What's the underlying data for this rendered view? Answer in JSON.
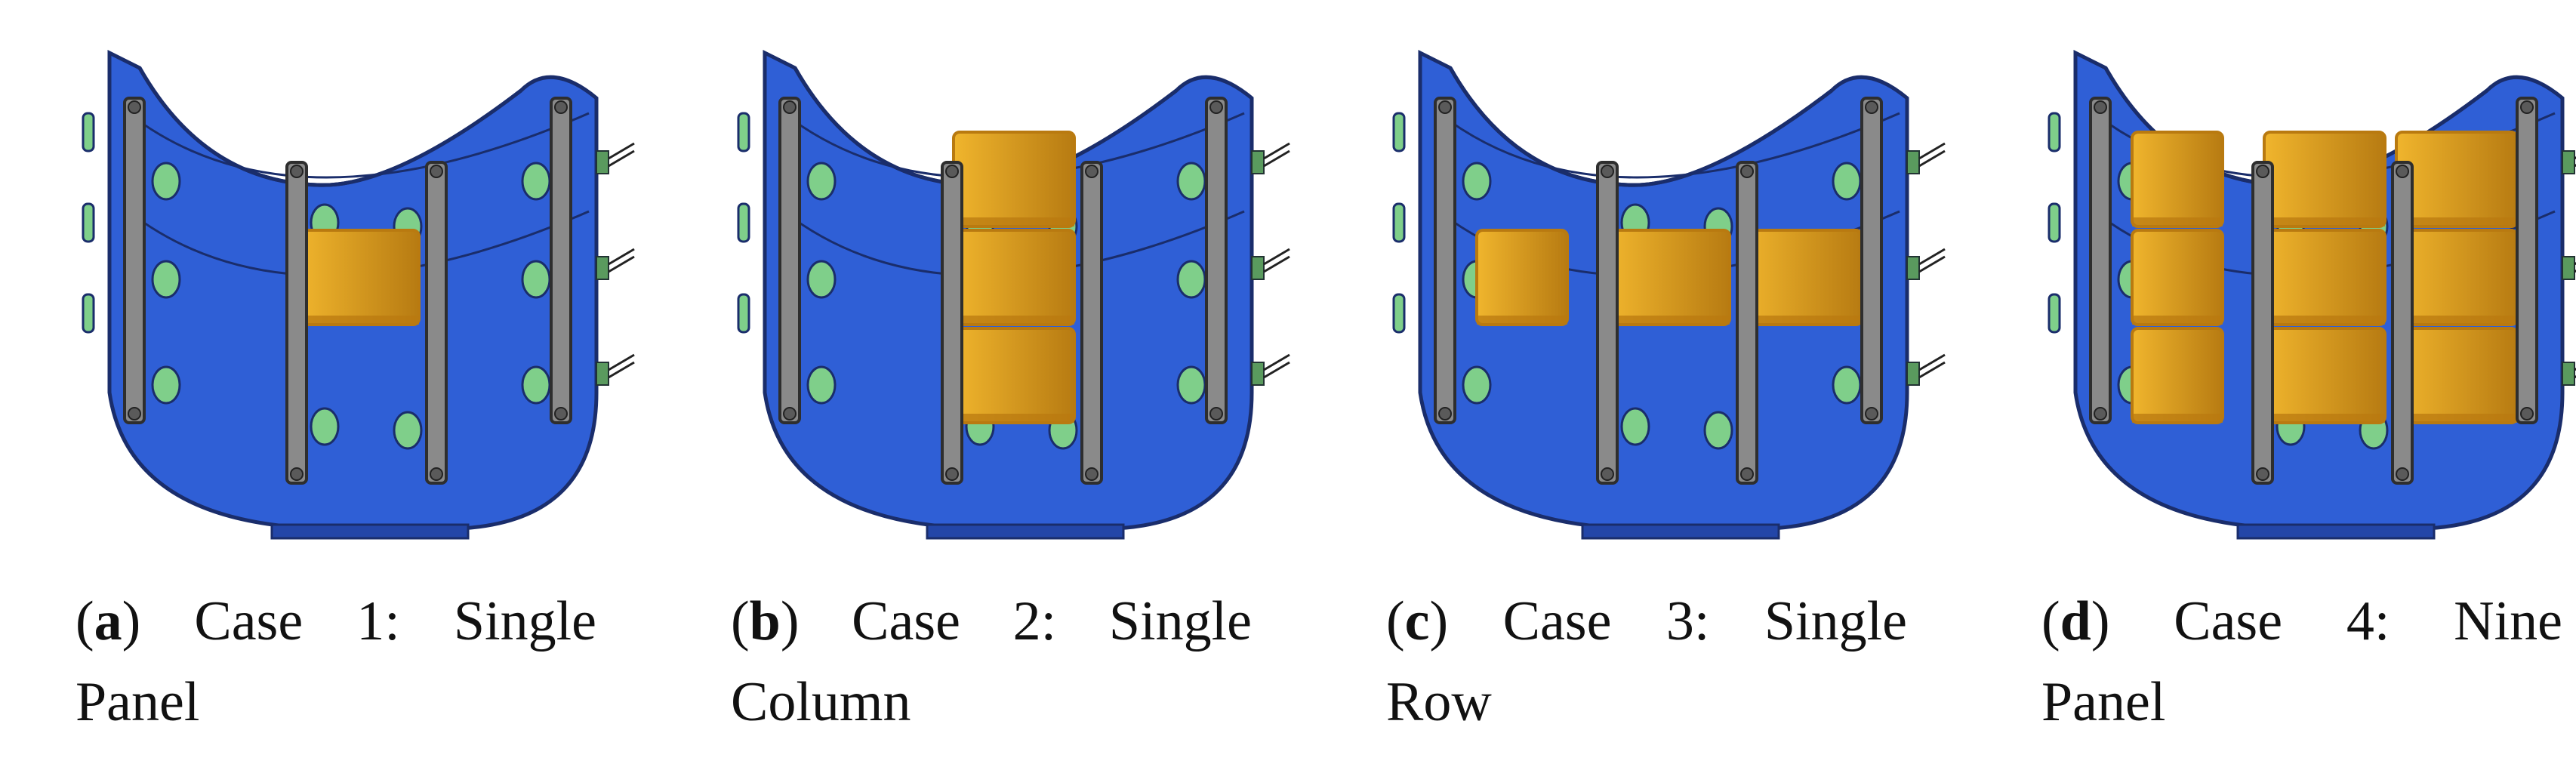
{
  "figure": {
    "panels": [
      {
        "id": "a",
        "label": "a",
        "case": "Case 1:",
        "title_line1": "Single",
        "title_line2": "Panel",
        "config": "single_panel"
      },
      {
        "id": "b",
        "label": "b",
        "case": "Case 2:",
        "title_line1": "Single",
        "title_line2": "Column",
        "config": "single_column"
      },
      {
        "id": "c",
        "label": "c",
        "case": "Case 3:",
        "title_line1": "Single",
        "title_line2": "Row",
        "config": "single_row"
      },
      {
        "id": "d",
        "label": "d",
        "case": "Case 4:",
        "title_line1": "Nine",
        "title_line2": "Panel",
        "config": "nine_panel"
      }
    ],
    "colors": {
      "shell": "#2f5fd6",
      "shell_dark": "#2346a8",
      "rail": "#8a8a8a",
      "rail_dark": "#5a5a5a",
      "panel": "#e8a823",
      "panel_dark": "#b97a10",
      "hole": "#7fcf8a"
    }
  }
}
